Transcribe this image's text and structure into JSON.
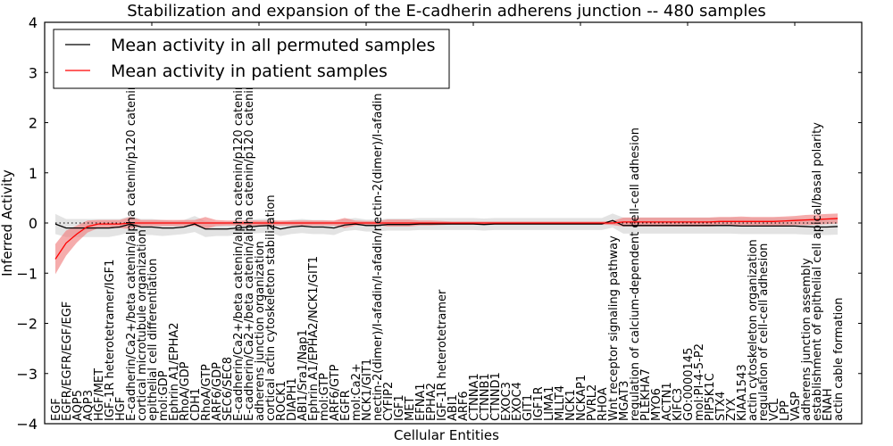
{
  "chart_data": {
    "type": "line",
    "title": "Stabilization and expansion of the E-cadherin adherens junction -- 480 samples",
    "xlabel": "Cellular Entities",
    "ylabel": "Inferred Activity",
    "ylim": [
      -4,
      4
    ],
    "xlim": [
      0,
      76.25
    ],
    "yticks": [
      "4",
      "3",
      "2",
      "1",
      "0",
      "−1",
      "−2",
      "−3",
      "−4"
    ],
    "ytick_values": [
      4,
      3,
      2,
      1,
      0,
      -1,
      -2,
      -3,
      -4
    ],
    "legend_position": "top-left",
    "categories": [
      "EGF",
      "EGFR/EGFR/EGF/EGF",
      "AQP5",
      "AQP3",
      "HGF/MET",
      "IGF-1R heterotetramer/IGF1",
      "HGF",
      "E-cadherin/Ca2+/beta catenin/alpha catenin/p120 catenin",
      "cortical microtubule organization",
      "epithelial cell differentiation",
      "mol:GDP",
      "Ephrin A1/EPHA2",
      "RhoA/GDP",
      "CDH1",
      "RhoA/GTP",
      "ARF6/GDP",
      "SEC6/SEC8",
      "E-cadherin/Ca2+/beta catenin/alpha catenin/p120 catenin",
      "E-cadherin/Ca2+/beta catenin/alpha catenin/p120 catenin",
      "adherens junction organization",
      "cortical actin cytoskeleton stabilization",
      "ROCK1",
      "DIAPH1",
      "ABI1/Sra1/Nap1",
      "Ephrin A1/EPHA2/NCK1/GIT1",
      "mol:GTP",
      "ARF6/GTP",
      "EGFR",
      "mol:Ca2+",
      "NCK1/GIT1",
      "nectin-2(dimer)/I-afadin/I-afadin/nectin-2(dimer)/I-afadin",
      "CYFIP2",
      "IGF1",
      "MET",
      "EFNA1",
      "EPHA2",
      "IGF-1R heterotetramer",
      "ABI1",
      "ARF6",
      "CTNNA1",
      "CTNNB1",
      "CTNND1",
      "EXOC3",
      "EXOC4",
      "GIT1",
      "IGF1R",
      "LIMA1",
      "MLLT4",
      "NCK1",
      "NCKAP1",
      "PVRL2",
      "RHOA",
      "Wnt receptor signaling pathway",
      "MGAT3",
      "regulation of calcium-dependent cell-cell adhesion",
      "PLEKHA7",
      "MYO6",
      "ACTN1",
      "KIFC3",
      "GO:0000145",
      "mol:PI-4-5-P2",
      "PIP5K1C",
      "STX4",
      "ZYX",
      "KIAA1543",
      "actin cytoskeleton organization",
      "regulation of cell-cell adhesion",
      "VCL",
      "LPP",
      "VASP",
      "adherens junction assembly",
      "establishment of epithelial cell apical/basal polarity",
      "ENAH",
      "actin cable formation"
    ],
    "series": [
      {
        "name": "Mean activity in all permuted samples",
        "color": "#000000",
        "band_color": "#d9d9d9",
        "values": [
          -0.02,
          -0.1,
          -0.1,
          -0.1,
          -0.1,
          -0.1,
          -0.08,
          -0.02,
          -0.08,
          -0.08,
          -0.1,
          -0.1,
          -0.08,
          -0.02,
          -0.12,
          -0.12,
          -0.12,
          -0.1,
          -0.08,
          -0.06,
          -0.05,
          -0.12,
          -0.08,
          -0.06,
          -0.08,
          -0.08,
          -0.1,
          -0.04,
          -0.02,
          -0.05,
          -0.05,
          -0.03,
          -0.03,
          -0.03,
          -0.02,
          -0.02,
          -0.02,
          -0.02,
          -0.02,
          -0.02,
          -0.03,
          -0.02,
          -0.02,
          -0.02,
          -0.02,
          -0.02,
          -0.02,
          -0.02,
          -0.02,
          -0.02,
          -0.02,
          -0.02,
          0.05,
          -0.05,
          -0.05,
          -0.05,
          -0.05,
          -0.05,
          -0.05,
          -0.05,
          -0.05,
          -0.05,
          -0.05,
          -0.05,
          -0.06,
          -0.06,
          -0.06,
          -0.06,
          -0.06,
          -0.06,
          -0.07,
          -0.08,
          -0.08,
          -0.07
        ],
        "band_halfwidth": [
          0.2,
          0.18,
          0.18,
          0.18,
          0.18,
          0.18,
          0.16,
          0.16,
          0.16,
          0.16,
          0.16,
          0.14,
          0.14,
          0.16,
          0.16,
          0.14,
          0.14,
          0.14,
          0.14,
          0.14,
          0.14,
          0.14,
          0.14,
          0.14,
          0.14,
          0.14,
          0.14,
          0.12,
          0.12,
          0.12,
          0.12,
          0.12,
          0.12,
          0.12,
          0.12,
          0.12,
          0.12,
          0.12,
          0.12,
          0.12,
          0.12,
          0.12,
          0.12,
          0.12,
          0.12,
          0.12,
          0.12,
          0.12,
          0.12,
          0.12,
          0.12,
          0.12,
          0.14,
          0.16,
          0.16,
          0.16,
          0.16,
          0.16,
          0.16,
          0.16,
          0.16,
          0.16,
          0.16,
          0.16,
          0.16,
          0.16,
          0.16,
          0.16,
          0.16,
          0.16,
          0.16,
          0.16,
          0.16,
          0.16
        ]
      },
      {
        "name": "Mean activity in patient samples",
        "color": "#ff0000",
        "band_color": "#f08080",
        "values": [
          -0.72,
          -0.4,
          -0.22,
          -0.07,
          -0.02,
          -0.02,
          -0.02,
          0,
          0,
          0,
          0,
          0,
          0,
          0,
          0,
          0,
          0,
          0,
          0,
          0,
          0,
          0,
          0,
          0,
          0,
          0,
          0,
          0,
          0,
          0,
          0,
          0,
          0,
          0,
          0,
          0,
          0,
          0,
          0,
          0,
          0,
          0,
          0,
          0,
          0,
          0,
          0,
          0,
          0,
          0,
          0,
          0,
          0,
          0.02,
          0.02,
          0.02,
          0.02,
          0.02,
          0.02,
          0.02,
          0.02,
          0.02,
          0.03,
          0.03,
          0.03,
          0.03,
          0.03,
          0.03,
          0.04,
          0.05,
          0.06,
          0.07,
          0.08,
          0.09
        ],
        "band_halfwidth": [
          0.3,
          0.25,
          0.17,
          0.12,
          0.08,
          0.08,
          0.08,
          0.12,
          0.06,
          0.06,
          0.06,
          0.06,
          0.06,
          0.06,
          0.12,
          0.06,
          0.05,
          0.05,
          0.05,
          0.05,
          0.05,
          0.05,
          0.05,
          0.05,
          0.05,
          0.05,
          0.05,
          0.1,
          0.05,
          0.04,
          0.04,
          0.07,
          0.07,
          0.07,
          0.05,
          0.05,
          0.04,
          0.03,
          0.03,
          0.03,
          0.03,
          0.03,
          0.03,
          0.03,
          0.03,
          0.03,
          0.03,
          0.03,
          0.03,
          0.03,
          0.03,
          0.03,
          0.04,
          0.09,
          0.09,
          0.09,
          0.09,
          0.09,
          0.09,
          0.09,
          0.09,
          0.09,
          0.09,
          0.09,
          0.1,
          0.09,
          0.09,
          0.09,
          0.09,
          0.09,
          0.1,
          0.1,
          0.1,
          0.1
        ]
      }
    ]
  }
}
